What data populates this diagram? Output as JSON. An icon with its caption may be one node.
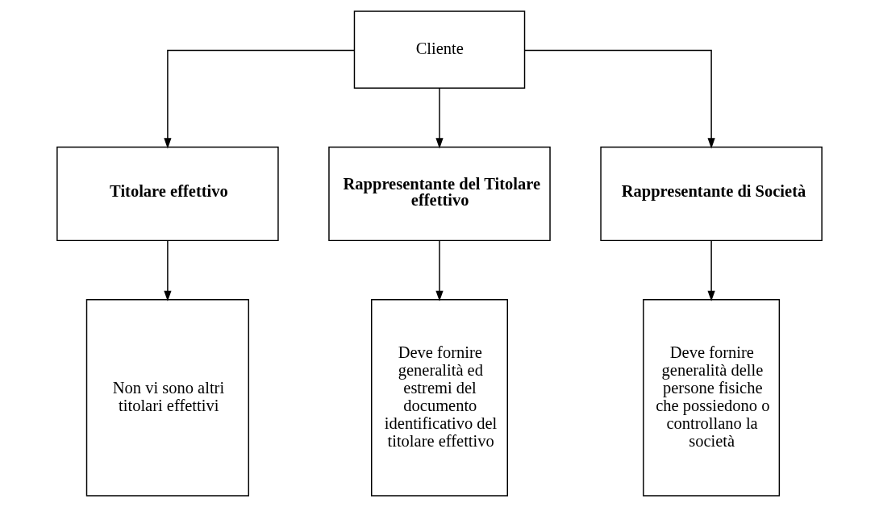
{
  "diagram": {
    "nodes": [
      {
        "text": [
          "Cliente"
        ]
      },
      {
        "text": [
          "Titolare effettivo"
        ]
      },
      {
        "text": [
          "Rappresentante del Titolare effettivo"
        ]
      },
      {
        "text": [
          "Rappresentante di Società"
        ]
      },
      {
        "text": [
          "Non vi sono altri titolari effettivi"
        ]
      },
      {
        "text": [
          "Deve fornire generalità ed estremi del documento identificativo del titolare effettivo"
        ]
      },
      {
        "text": [
          "Deve fornire generalità delle persone fisiche che possiedono o controllano la società"
        ]
      }
    ],
    "edges": [
      {
        "from": 0,
        "to": 1,
        "arrow": "to"
      },
      {
        "from": 0,
        "to": 2,
        "arrow": "to"
      },
      {
        "from": 0,
        "to": 3,
        "arrow": "to"
      },
      {
        "from": 1,
        "to": 4,
        "arrow": "to"
      },
      {
        "from": 2,
        "to": 5,
        "arrow": "to"
      },
      {
        "from": 3,
        "to": 6,
        "arrow": "to"
      }
    ]
  }
}
